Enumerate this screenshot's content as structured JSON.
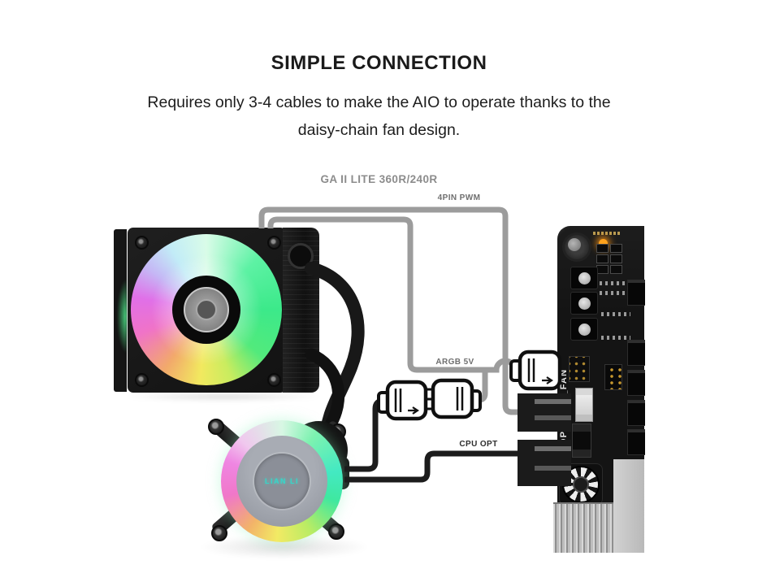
{
  "header": {
    "title": "SIMPLE CONNECTION",
    "subtitle_line1": "Requires only 3-4 cables to make the AIO to operate thanks to the",
    "subtitle_line2": "daisy-chain fan design.",
    "model_label": "GA II LITE 360R/240R"
  },
  "diagram": {
    "labels": {
      "pwm_cable": "4PIN PWM",
      "argb_cable": "ARGB 5V",
      "cpu_opt_cable": "CPU OPT"
    },
    "motherboard": {
      "fan_headers_label": "CPU_OPT  CPU_FAN"
    },
    "pump": {
      "brand_logo": "LIAN LI"
    },
    "colors": {
      "cable_gray": "#9c9c9c",
      "cable_black": "#1c1c1c",
      "label_gray": "#6f6f6f",
      "label_dark": "#2e2e2e",
      "pcb_black": "#141414",
      "led_orange": "#ffa21c",
      "pump_logo_teal": "#35d6c9",
      "fan_rgb_sample": "#3ce98a"
    }
  }
}
